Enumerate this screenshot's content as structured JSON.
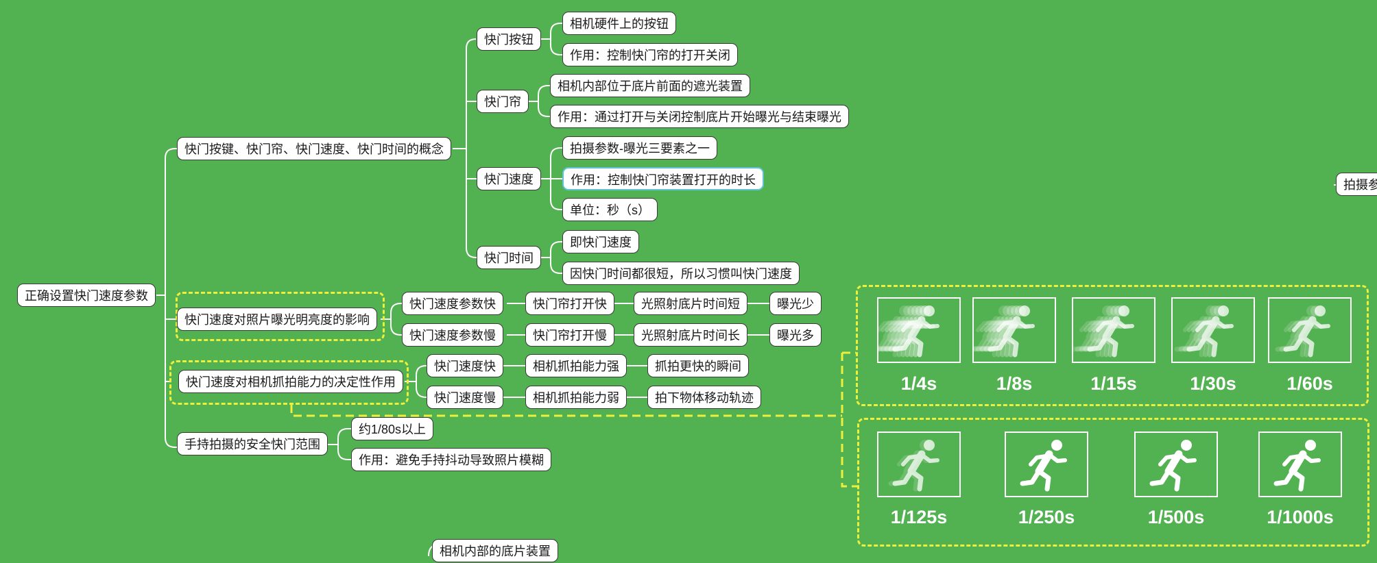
{
  "root": "正确设置快门速度参数",
  "branch_concept": "快门按键、快门帘、快门速度、快门时间的概念",
  "branch_brightness": "快门速度对照片曝光明亮度的影响",
  "branch_capture": "快门速度对相机抓拍能力的决定性作用",
  "branch_safe": "手持拍摄的安全快门范围",
  "shutter_button": "快门按钮",
  "shutter_button_1": "相机硬件上的按钮",
  "shutter_button_2": "作用：控制快门帘的打开关闭",
  "curtain": "快门帘",
  "curtain_1": "相机内部位于底片前面的遮光装置",
  "curtain_2": "作用：通过打开与关闭控制底片开始曝光与结束曝光",
  "speed": "快门速度",
  "speed_1": "拍摄参数-曝光三要素之一",
  "speed_2": "作用：控制快门帘装置打开的时长",
  "speed_3": "单位：秒（s）",
  "time": "快门时间",
  "time_1": "即快门速度",
  "time_2": "因快门时间都很短，所以习惯叫快门速度",
  "bright_fast": [
    "快门速度参数快",
    "快门帘打开快",
    "光照射底片时间短",
    "曝光少"
  ],
  "bright_slow": [
    "快门速度参数慢",
    "快门帘打开慢",
    "光照射底片时间长",
    "曝光多"
  ],
  "capture_fast": [
    "快门速度快",
    "相机抓拍能力强",
    "抓拍更快的瞬间"
  ],
  "capture_slow": [
    "快门速度慢",
    "相机抓拍能力弱",
    "拍下物体移动轨迹"
  ],
  "safe_1": "约1/80s以上",
  "safe_2": "作用：避免手持抖动导致照片模糊",
  "bottom_node": "相机内部的底片装置",
  "right_edge_node": "拍摄参",
  "speeds_row1": [
    "1/4s",
    "1/8s",
    "1/15s",
    "1/30s",
    "1/60s"
  ],
  "speeds_row2": [
    "1/125s",
    "1/250s",
    "1/500s",
    "1/1000s"
  ],
  "colors": {
    "background": "#52b150",
    "highlight": "#ecef3b",
    "selected": "#5ec4d6"
  },
  "icon": "running-man-icon"
}
